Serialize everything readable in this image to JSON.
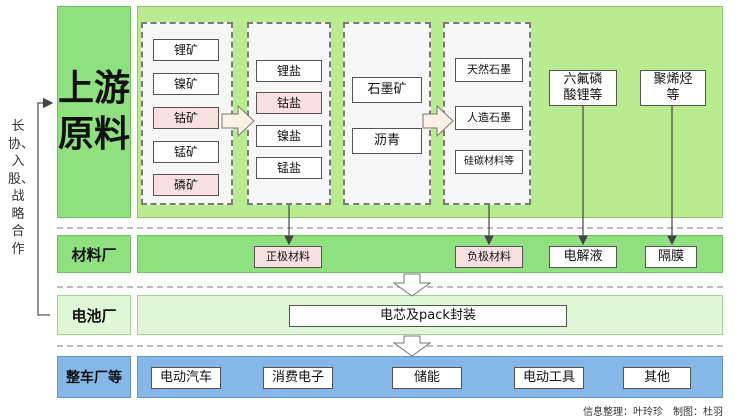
{
  "side_label": "长协、入股、战略合作",
  "rows": {
    "upstream": {
      "title_line1": "上游",
      "title_line2": "原料"
    },
    "materials": {
      "title": "材料厂"
    },
    "battery": {
      "title": "电池厂"
    },
    "vehicle": {
      "title": "整车厂等"
    }
  },
  "upstream_panels": {
    "minerals": [
      "锂矿",
      "镍矿",
      "钴矿",
      "锰矿",
      "磷矿"
    ],
    "salts": [
      "锂盐",
      "钴盐",
      "镍盐",
      "锰盐"
    ],
    "graphite_sources": [
      "石墨矿",
      "沥青"
    ],
    "anode_materials": [
      "天然石墨",
      "人造石墨",
      "硅碳材料等"
    ],
    "electrolyte_source": "六氟磷酸锂等",
    "separator_source": "聚烯烃等"
  },
  "materials": {
    "cathode": "正极材料",
    "anode": "负极材料",
    "electrolyte": "电解液",
    "separator": "隔膜"
  },
  "battery": {
    "cell": "电芯及pack封装"
  },
  "vehicle_items": [
    "电动汽车",
    "消费电子",
    "储能",
    "电动工具",
    "其他"
  ],
  "footer": "信息整理：叶玲珍　制图：杜羽",
  "colors": {
    "upstream_band": "#b9ec8e",
    "materials_band": "#8fe07e",
    "battery_band": "#dff7d7",
    "vehicle_band": "#85b8e8",
    "highlight_box": "#f8dfe0"
  }
}
